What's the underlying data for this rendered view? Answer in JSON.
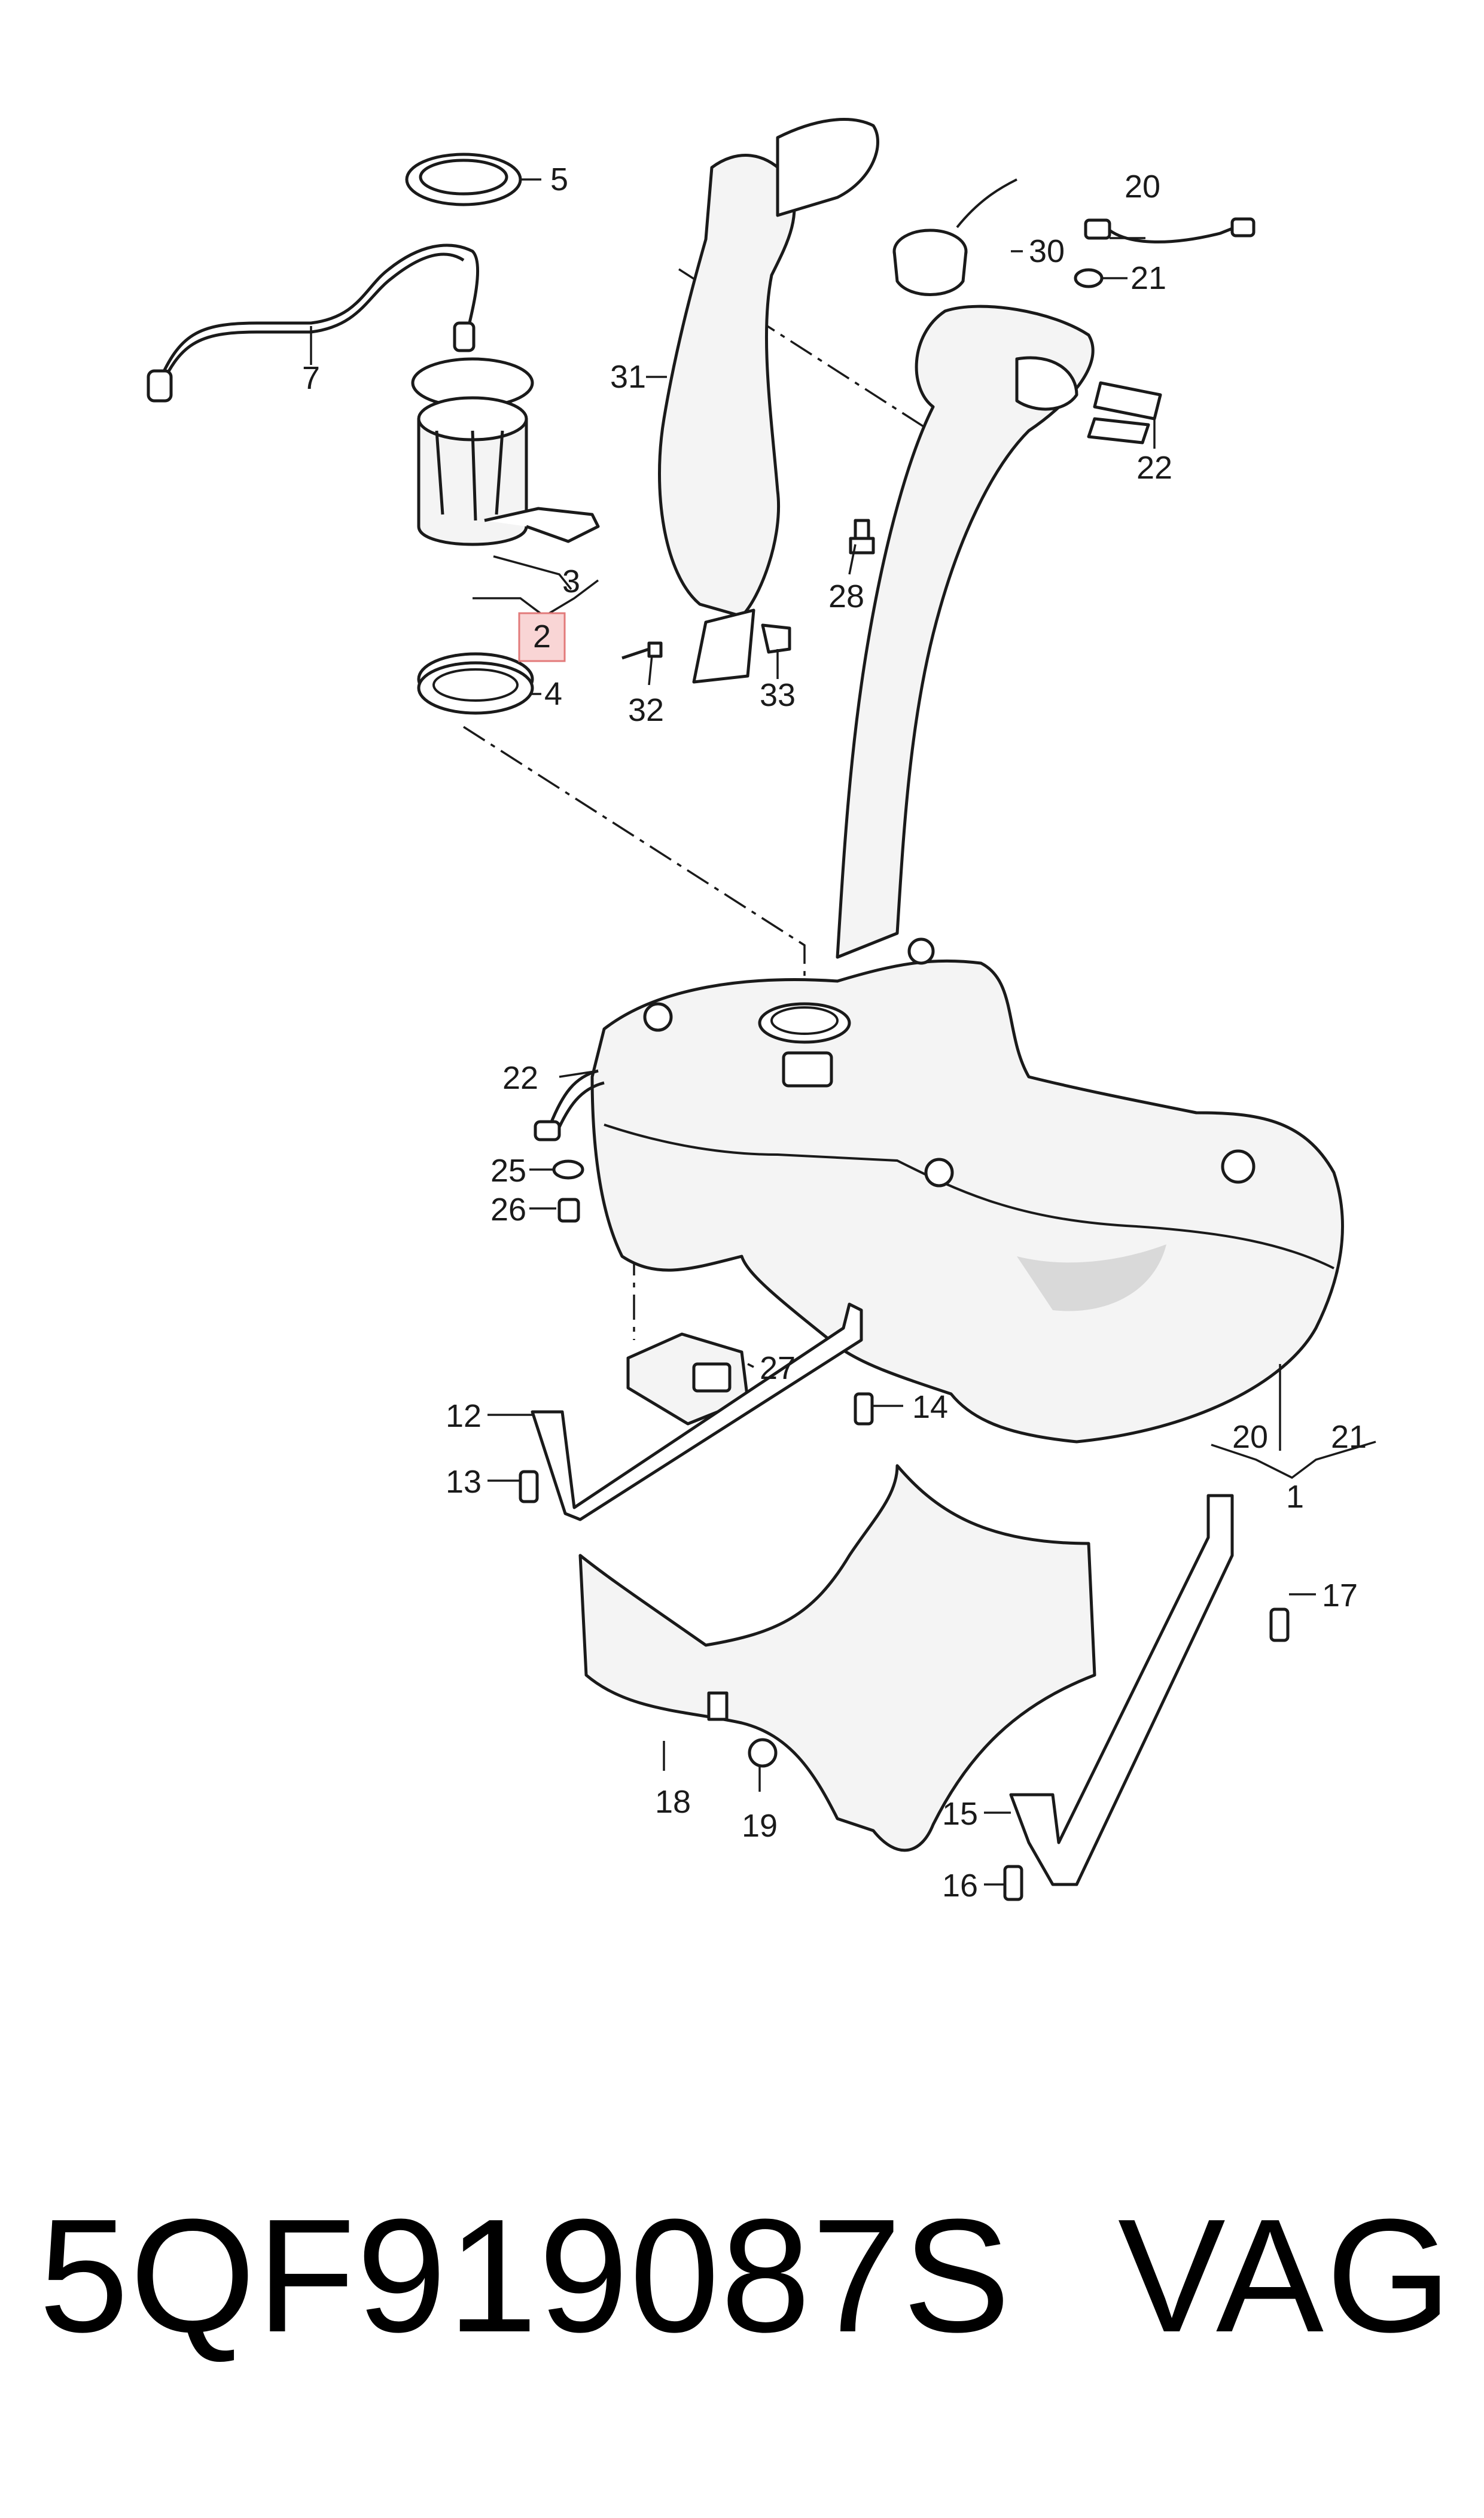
{
  "callouts": {
    "c1": "1",
    "c2": "2",
    "c3": "3",
    "c4": "4",
    "c5": "5",
    "c7": "7",
    "c12": "12",
    "c13": "13",
    "c14": "14",
    "c15": "15",
    "c16": "16",
    "c17": "17",
    "c18": "18",
    "c19": "19",
    "c20_top": "20",
    "c20_tank": "20",
    "c21_top": "21",
    "c21_tank": "21",
    "c22_right": "22",
    "c22_left": "22",
    "c25": "25",
    "c26": "26",
    "c27": "27",
    "c28": "28",
    "c30": "30",
    "c31": "31",
    "c32": "32",
    "c33": "33"
  },
  "highlighted_callout": "2",
  "part_number": "5QF919087S",
  "brand": "VAG",
  "colors": {
    "line": "#1a1a1a",
    "highlight_fill": "#f9d5d5",
    "highlight_border": "#e27a7a",
    "shading": "#d9d9d9"
  }
}
